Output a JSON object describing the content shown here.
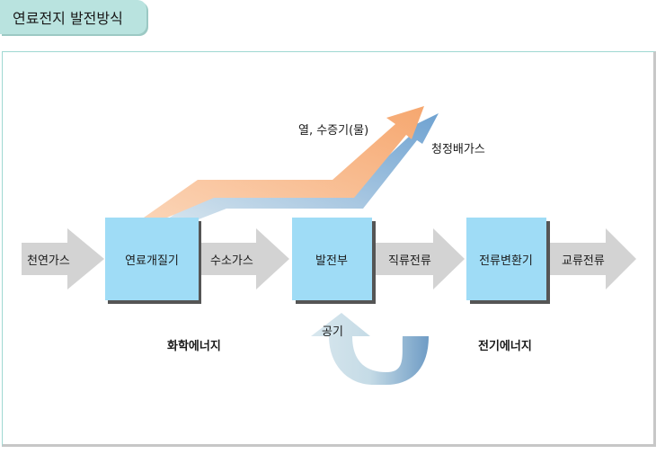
{
  "title": "연료전지 발전방식",
  "diagram": {
    "inputs": {
      "natural_gas": "천연가스",
      "hydrogen_gas": "수소가스",
      "dc_current": "직류전류",
      "ac_current": "교류전류"
    },
    "boxes": {
      "reformer": "연료개질기",
      "generator": "발전부",
      "inverter": "전류변환기"
    },
    "outputs": {
      "heat_steam": "열, 수증기(물)",
      "exhaust": "청정배가스",
      "air": "공기"
    },
    "energy": {
      "chemical": "화학에너지",
      "electrical": "전기에너지"
    },
    "colors": {
      "box_fill": "#9fdcf6",
      "arrow_gray": "#d3d3d3",
      "heat_orange": "#f9b98b",
      "exhaust_blue": "#7fb0d8",
      "air_light": "#cde2ea",
      "air_dark": "#7ea9cc"
    }
  }
}
